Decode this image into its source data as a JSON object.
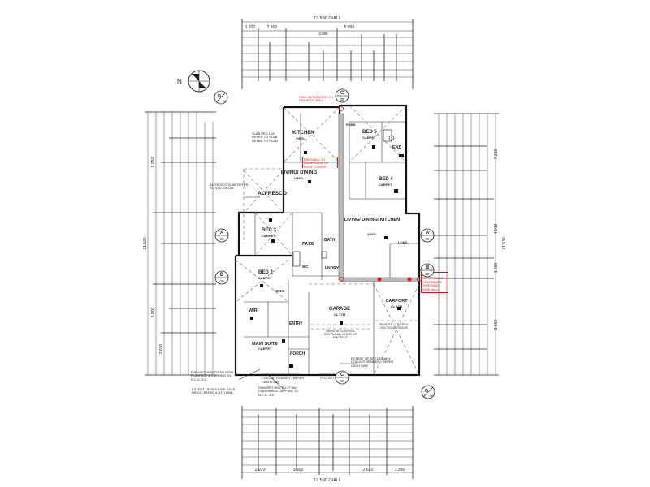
{
  "overall_dims": {
    "top": "12.590 O/ALL",
    "bottom": "12.590 O/ALL",
    "left": "21.530",
    "right": "21.530"
  },
  "dims_top": [
    "1.200",
    "2.800",
    "3.890",
    "5.890"
  ],
  "dims_bottom": [
    "2.970",
    "3.800",
    "2.610",
    "1.300"
  ],
  "dims_left": [
    "8.250",
    "5.600",
    "2.600"
  ],
  "dims_right": [
    "7.230",
    "4.010",
    "1.660",
    "3.560"
  ],
  "north": "N",
  "rooms": {
    "kitchen": "KITCHEN",
    "kitchen_sub": "VINYL",
    "living_dining": "LIVING/ DINING",
    "living_dining_sub": "VINYL",
    "alfresco": "ALFRESCO",
    "bed5": "BED 5",
    "bed5_sub": "CARPET",
    "ens": "ENS",
    "bed4": "BED 4",
    "bed4_sub": "CARPET",
    "living_kitchen": "LIVING/ DINING/ KITCHEN",
    "living_kitchen_sub": "VINYL",
    "bed3": "BED 3",
    "bed3_sub": "CARPET",
    "bed2": "BED 2",
    "bed2_sub": "CARPET",
    "pass": "PASS",
    "bath": "BATH",
    "lndry": "LNDRY",
    "entry": "ENTRY",
    "wir": "WIR",
    "main_suite": "MAIN SUITE",
    "main_suite_sub": "CARPET",
    "porch": "PORCH",
    "garage": "GARAGE",
    "garage_sub": "CL 27M",
    "carport": "CARPORT",
    "carport_sub": "CL 27M",
    "ens2": "ENS",
    "wc": "WC",
    "robe": "ROBE",
    "load": "LOAD"
  },
  "notes": {
    "fire_separation_top": "FIRE SEPARATION TO OWNER'S WALL",
    "fire_separation_right": "FIRE SEPARATION CONTINUES THROUGH SIDE WALL",
    "firewall_note": "FIREWALL TO UNDERSIDE OF ROOF COVER",
    "alfresco_note": "ALFRESCO SLAB REFER TO STD. DETAIL",
    "slab_note": "SLAB PEG LAY REFER TO SLAB DETAIL TO PLAN",
    "parapet_left": "PARAPET BRK TO 3M WITH FLASHING & CAPPING TO N.C.C. 3.5",
    "feature_face": "EXTENT OF FEATURE FACE BRICK. REFER 4 NTH LINE",
    "parapet_bottom": "PARAPET BRK TO 27\" AV. FLASHING & CAPPING TO N.C.C. 3.5",
    "secondary_render_bottom": "EXTENT OF SECONDARY COLOUR RENDER - REFER CASH LINE",
    "porch_eave": "PORCH EAVE TO STD. DETAIL",
    "secondary_render_right": "EXTENT OF SECONDARY COLOUR RENDER - REFER CASH LINE",
    "garage_note": "REMOTE CONTROL SECTIONAL DOOR OF PROJECT",
    "carport_note": "REMOTE CONTROL SECTIONAL DOOR"
  },
  "section_markers": {
    "a_left": "A",
    "a_left_sub": "09",
    "a_right": "A",
    "a_right_sub": "09",
    "b_left": "B",
    "b_left_sub": "09",
    "b_right": "B",
    "b_right_sub": "09",
    "c_top": "C",
    "c_top_sub": "09",
    "c_bottom": "C",
    "c_bottom_sub": "09",
    "d_ne": "D",
    "d_ne_sub": "09",
    "d_sw": "D",
    "d_sw_sub": "09"
  }
}
